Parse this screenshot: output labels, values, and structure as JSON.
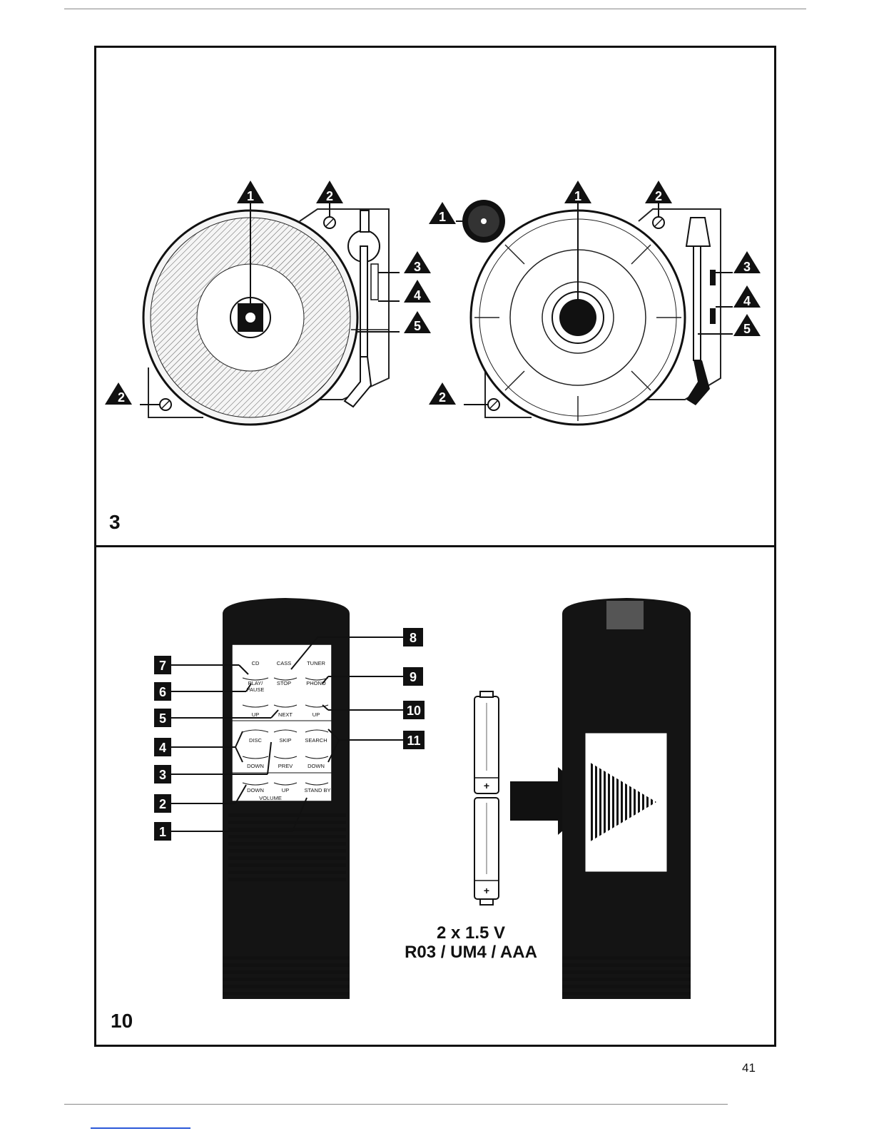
{
  "page": {
    "number": "41"
  },
  "figure_top": {
    "number": "3",
    "callouts": {
      "left": [
        "1",
        "2",
        "2",
        "3",
        "4",
        "5"
      ],
      "right": [
        "1",
        "1",
        "2",
        "2",
        "3",
        "4",
        "5"
      ]
    }
  },
  "figure_bottom": {
    "number": "10",
    "callouts": [
      "1",
      "2",
      "3",
      "4",
      "5",
      "6",
      "7",
      "8",
      "9",
      "10",
      "11"
    ],
    "remote_buttons": {
      "row1": [
        "CD",
        "CASS",
        "TUNER"
      ],
      "row2": [
        "PLAY/",
        "PAUSE",
        "STOP",
        "PHONO"
      ],
      "row3": [
        "UP",
        "NEXT",
        "UP"
      ],
      "row4": [
        "DISC",
        "SKIP",
        "SEARCH"
      ],
      "row5": [
        "DOWN",
        "PREV",
        "DOWN"
      ],
      "row6": [
        "DOWN",
        "UP",
        "STAND BY"
      ],
      "volume": "VOLUME"
    },
    "battery": {
      "plus": "+",
      "line1": "2 x 1.5 V",
      "line2": "R03 / UM4 / AAA"
    }
  },
  "icons": [
    "triangle-callout-icon",
    "square-callout-icon",
    "arrow-right-icon"
  ]
}
